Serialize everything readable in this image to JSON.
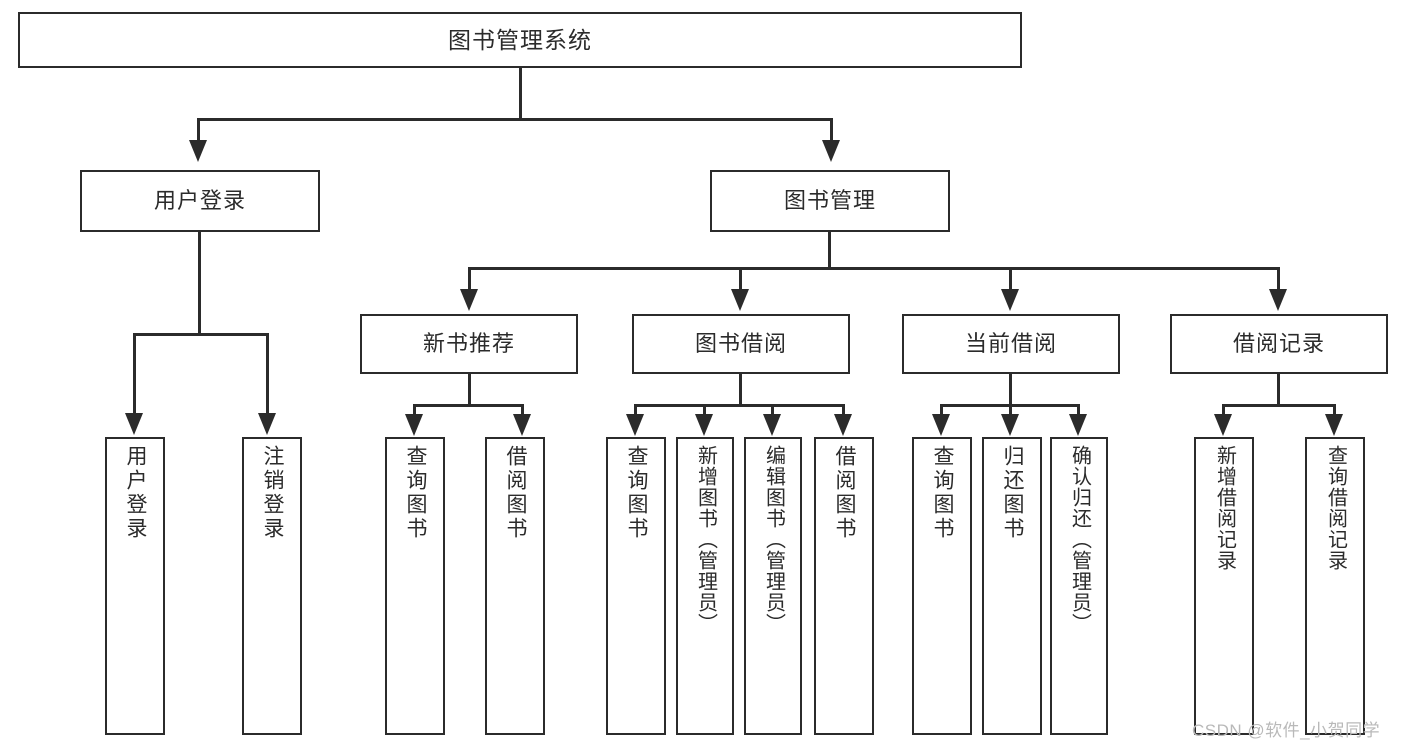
{
  "diagram": {
    "type": "tree-hierarchy",
    "title": "图书管理系统",
    "watermark": "CSDN @软件_小贺同学",
    "colors": {
      "stroke": "#2b2b2b",
      "fill": "#ffffff",
      "background": "#ffffff",
      "watermark": "#b9b9b9"
    },
    "nodes": {
      "root": {
        "label": "图书管理系统",
        "level": 1
      },
      "level2": [
        {
          "id": "user-login",
          "label": "用户登录"
        },
        {
          "id": "book-manage",
          "label": "图书管理"
        }
      ],
      "level3": [
        {
          "id": "new-book-recommend",
          "label": "新书推荐",
          "parent": "book-manage"
        },
        {
          "id": "book-borrow",
          "label": "图书借阅",
          "parent": "book-manage"
        },
        {
          "id": "current-borrow",
          "label": "当前借阅",
          "parent": "book-manage"
        },
        {
          "id": "borrow-record",
          "label": "借阅记录",
          "parent": "book-manage"
        }
      ],
      "leaves": [
        {
          "id": "leaf-user-login",
          "label": "用户登录",
          "parent": "user-login"
        },
        {
          "id": "leaf-user-logout",
          "label": "注销登录",
          "parent": "user-login"
        },
        {
          "id": "leaf-query-book-1",
          "label": "查询图书",
          "parent": "new-book-recommend"
        },
        {
          "id": "leaf-borrow-book-1",
          "label": "借阅图书",
          "parent": "new-book-recommend"
        },
        {
          "id": "leaf-query-book-2",
          "label": "查询图书",
          "parent": "book-borrow"
        },
        {
          "id": "leaf-add-book",
          "label": "新增图书（管理员）",
          "parent": "book-borrow"
        },
        {
          "id": "leaf-edit-book",
          "label": "编辑图书（管理员）",
          "parent": "book-borrow"
        },
        {
          "id": "leaf-borrow-book-2",
          "label": "借阅图书",
          "parent": "book-borrow"
        },
        {
          "id": "leaf-query-book-3",
          "label": "查询图书",
          "parent": "current-borrow"
        },
        {
          "id": "leaf-return-book",
          "label": "归还图书",
          "parent": "current-borrow"
        },
        {
          "id": "leaf-confirm-return",
          "label": "确认归还（管理员）",
          "parent": "current-borrow"
        },
        {
          "id": "leaf-add-record",
          "label": "新增借阅记录",
          "parent": "borrow-record"
        },
        {
          "id": "leaf-query-record",
          "label": "查询借阅记录",
          "parent": "borrow-record"
        }
      ]
    }
  }
}
